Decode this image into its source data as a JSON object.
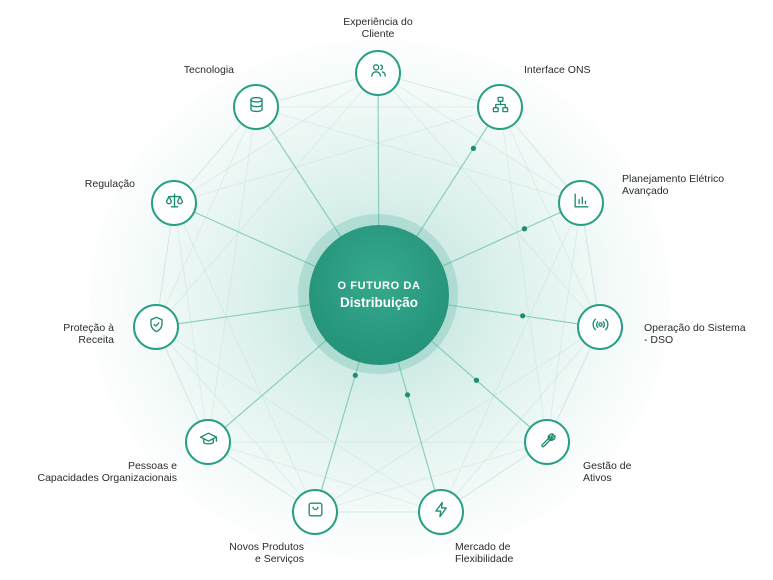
{
  "center": {
    "line1": "O FUTURO DA",
    "line2": "Distribuição"
  },
  "nodes": [
    {
      "id": "experiencia",
      "icon": "users-icon",
      "label": [
        "Experiência do",
        "Cliente"
      ]
    },
    {
      "id": "interface",
      "icon": "hierarchy-icon",
      "label": [
        "Interface ONS"
      ]
    },
    {
      "id": "planejamento",
      "icon": "bar-chart-icon",
      "label": [
        "Planejamento Elétrico",
        "Avançado"
      ]
    },
    {
      "id": "operacao",
      "icon": "broadcast-icon",
      "label": [
        "Operação do Sistema",
        "- DSO"
      ]
    },
    {
      "id": "ativos",
      "icon": "wrench-icon",
      "label": [
        "Gestão de",
        "Ativos"
      ]
    },
    {
      "id": "mercado",
      "icon": "lightning-icon",
      "label": [
        "Mercado de",
        "Flexibilidade"
      ]
    },
    {
      "id": "produtos",
      "icon": "shopping-bag-icon",
      "label": [
        "Novos Produtos",
        "e Serviços"
      ]
    },
    {
      "id": "pessoas",
      "icon": "graduation-cap-icon",
      "label": [
        "Pessoas e",
        "Capacidades Organizacionais"
      ]
    },
    {
      "id": "protecao",
      "icon": "shield-check-icon",
      "label": [
        "Proteção à",
        "Receita"
      ]
    },
    {
      "id": "regulacao",
      "icon": "scales-icon",
      "label": [
        "Regulação"
      ]
    },
    {
      "id": "tecnologia",
      "icon": "database-icon",
      "label": [
        "Tecnologia"
      ]
    }
  ],
  "colors": {
    "accent": "#27a085",
    "accent_dark": "#1e8c72",
    "line": "#7cc7b4"
  }
}
